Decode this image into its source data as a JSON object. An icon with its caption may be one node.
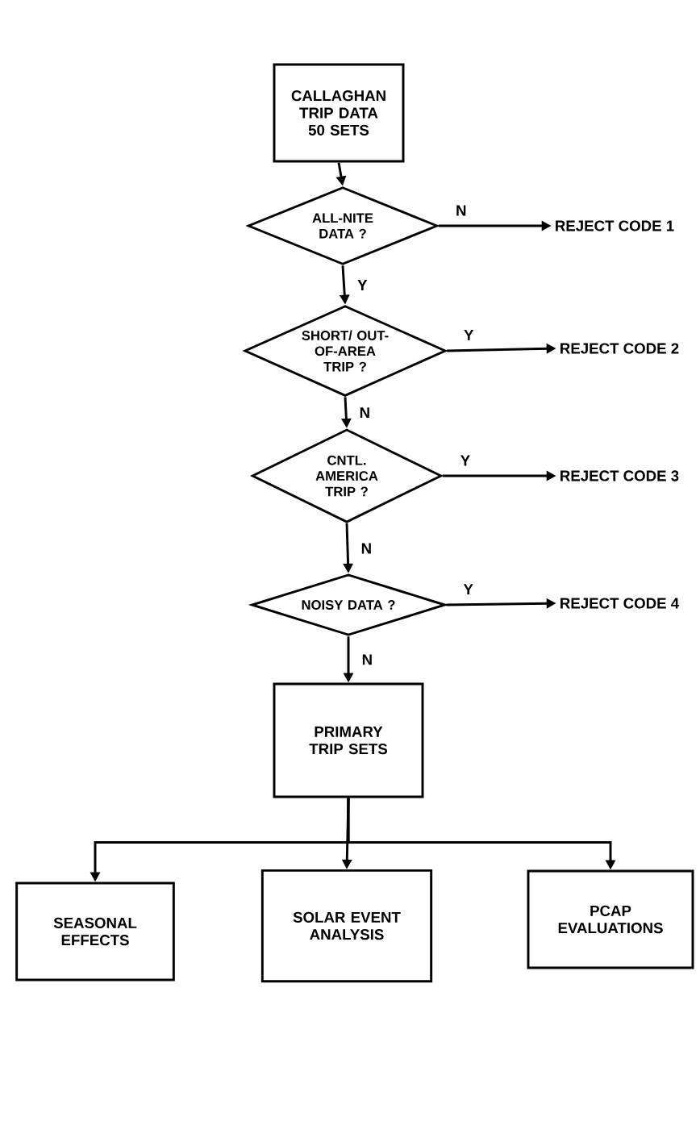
{
  "diagram": {
    "nodes": [
      {
        "text": [
          "CALLAGHAN TRIP DATA 50 SETS"
        ]
      },
      {
        "text": [
          "ALL-NITE DATA ?"
        ]
      },
      {
        "text": [
          "REJECT CODE 1"
        ]
      },
      {
        "text": [
          "SHORT/ OUT-OF-AREA TRIP ?"
        ]
      },
      {
        "text": [
          "REJECT CODE 2"
        ]
      },
      {
        "text": [
          "CNTL. AMERICA TRIP ?"
        ]
      },
      {
        "text": [
          "REJECT CODE 3"
        ]
      },
      {
        "text": [
          "NOISY DATA ?"
        ]
      },
      {
        "text": [
          "REJECT CODE 4"
        ]
      },
      {
        "text": [
          "PRIMARY TRIP SETS"
        ]
      },
      {
        "text": [
          "SEASONAL EFFECTS"
        ]
      },
      {
        "text": [
          "SOLAR EVENT ANALYSIS"
        ]
      },
      {
        "text": [
          "PCAP EVALUATIONS"
        ]
      }
    ],
    "edges": [
      {
        "from": 0,
        "to": 1,
        "arrow": "to"
      },
      {
        "from": 1,
        "to": 2,
        "arrow": "to",
        "label": "N"
      },
      {
        "from": 1,
        "to": 3,
        "arrow": "to",
        "label": "Y"
      },
      {
        "from": 3,
        "to": 4,
        "arrow": "to",
        "label": "Y"
      },
      {
        "from": 3,
        "to": 5,
        "arrow": "to",
        "label": "N"
      },
      {
        "from": 5,
        "to": 6,
        "arrow": "to",
        "label": "Y"
      },
      {
        "from": 5,
        "to": 7,
        "arrow": "to",
        "label": "N"
      },
      {
        "from": 7,
        "to": 8,
        "arrow": "to",
        "label": "Y"
      },
      {
        "from": 7,
        "to": 9,
        "arrow": "to",
        "label": "N"
      },
      {
        "from": 9,
        "to": 10,
        "arrow": "to"
      },
      {
        "from": 9,
        "to": 11,
        "arrow": "to"
      },
      {
        "from": 9,
        "to": 12,
        "arrow": "to"
      }
    ]
  }
}
